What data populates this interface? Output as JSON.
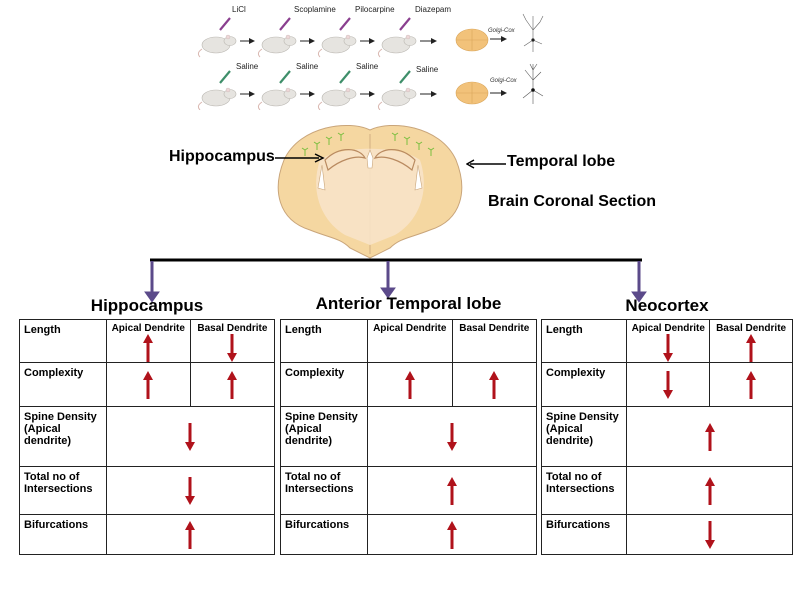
{
  "protocol": {
    "treatment_row": {
      "injections": [
        "LiCl",
        "Scoplamine",
        "Pilocarpine",
        "Diazepam"
      ],
      "stain_label": "Golgi-Cox",
      "syringe_color": "#8a3f8f"
    },
    "control_row": {
      "injections": [
        "Saline",
        "Saline",
        "Saline",
        "Saline"
      ],
      "stain_label": "Golgi-Cox",
      "syringe_color": "#3f8f6a"
    }
  },
  "brain": {
    "hippocampus_label": "Hippocampus",
    "temporal_lobe_label": "Temporal lobe",
    "section_title": "Brain Coronal Section"
  },
  "colors": {
    "arrow_red": "#b0121b",
    "connector_purple": "#5b4a8a",
    "brain_fill": "#f5d7a1",
    "brain_inner": "#f8e3c8"
  },
  "tables": [
    {
      "title": "Hippocampus",
      "row_labels": {
        "length": "Length",
        "complexity": "Complexity",
        "spine_density": "Spine Density (Apical dendrite)",
        "intersections": "Total no of Intersections",
        "bifurcations": "Bifurcations"
      },
      "apical_header": "Apical Dendrite",
      "basal_header": "Basal Dendrite",
      "values": {
        "length_apical": "up",
        "length_basal": "down",
        "complexity_apical": "up",
        "complexity_basal": "up",
        "spine_density": "down",
        "intersections": "down",
        "bifurcations": "up"
      }
    },
    {
      "title": "Anterior Temporal lobe",
      "row_labels": {
        "length": "Length",
        "complexity": "Complexity",
        "spine_density": "Spine Density (Apical dendrite)",
        "intersections": "Total no of Intersections",
        "bifurcations": "Bifurcations"
      },
      "apical_header": "Apical Dendrite",
      "basal_header": "Basal Dendrite",
      "values": {
        "length_apical": "none",
        "length_basal": "none",
        "complexity_apical": "up",
        "complexity_basal": "up",
        "spine_density": "down",
        "intersections": "up",
        "bifurcations": "up"
      }
    },
    {
      "title": "Neocortex",
      "row_labels": {
        "length": "Length",
        "complexity": "Complexity",
        "spine_density": "Spine Density (Apical dendrite)",
        "intersections": "Total no of Intersections",
        "bifurcations": "Bifurcations"
      },
      "apical_header": "Apical Dendrite",
      "basal_header": "Basal Dendrite",
      "values": {
        "length_apical": "down",
        "length_basal": "up",
        "complexity_apical": "down",
        "complexity_basal": "up",
        "spine_density": "up",
        "intersections": "up",
        "bifurcations": "down"
      }
    }
  ]
}
